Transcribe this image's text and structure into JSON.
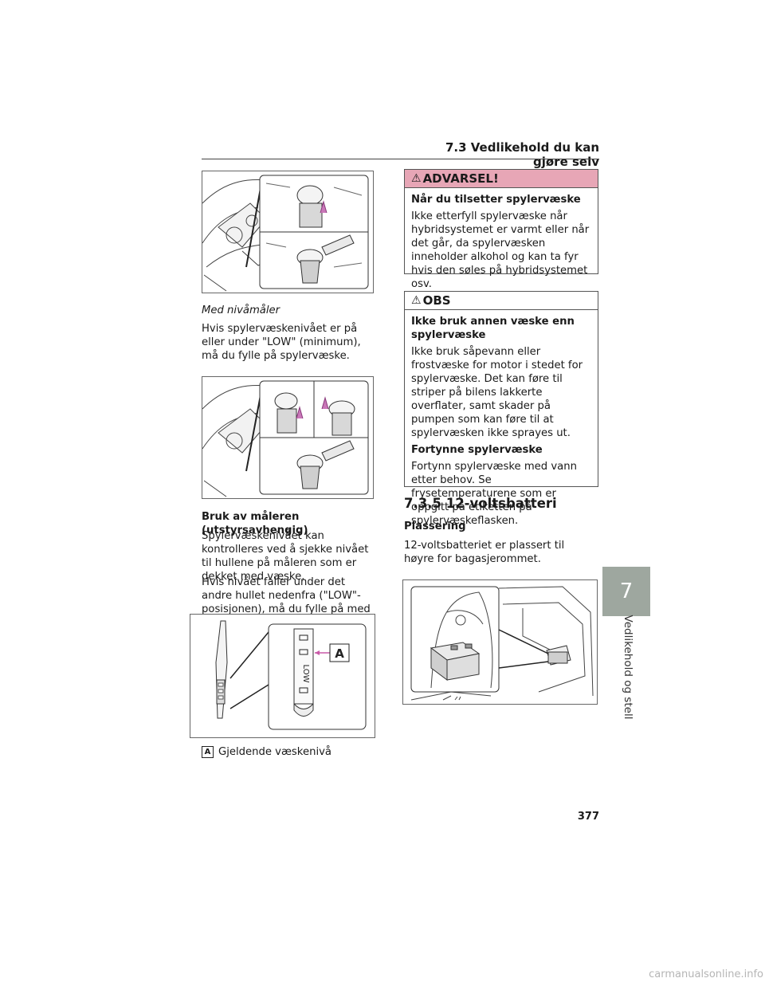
{
  "header": {
    "title": "7.3 Vedlikehold du kan gjøre selv"
  },
  "left": {
    "caption_nivamaler": "Med nivåmåler",
    "para_nivamaler": "Hvis spylervæskenivået er på eller under \"LOW\" (minimum), må du fylle på spylervæske.",
    "subhead_maler": "Bruk av måleren (utstyrsavhengig)",
    "para_maler_1": "Spylervæskenivået kan kontrolleres ved å sjekke nivået til hullene på måleren som er dekket med væske.",
    "para_maler_2": "Hvis nivået faller under det andre hullet nedenfra (\"LOW\"-posisjonen), må du fylle på med spylervæske.",
    "dipstick_low_label": "LOW",
    "dipstick_marker": "A",
    "legend_key": "A",
    "legend_text": "Gjeldende væskenivå"
  },
  "warning": {
    "title": "ADVARSEL!",
    "subhead": "Når du tilsetter spylervæske",
    "text": "Ikke etterfyll spylervæske når hybridsystemet er varmt eller når det går, da spylervæsken inneholder alkohol og kan ta fyr hvis den søles på hybridsystemet osv."
  },
  "notice": {
    "title": "OBS",
    "subhead_1": "Ikke bruk annen væske enn spylervæske",
    "text_1": "Ikke bruk såpevann eller frostvæske for motor i stedet for spylervæske. Det kan føre til striper på bilens lakkerte overflater, samt skader på pumpen som kan føre til at spylervæsken ikke sprayes ut.",
    "subhead_2": "Fortynne spylervæske",
    "text_2": "Fortynn spylervæske med vann etter behov. Se frysetemperaturene som er oppgitt på etiketten på spylervæskeflasken."
  },
  "section": {
    "title": "7.3.5 12-voltsbatteri",
    "subhead": "Plassering",
    "text": "12-voltsbatteriet er plassert til høyre for bagasjerommet."
  },
  "sidebar": {
    "tab_number": "7",
    "label": "Vedlikehold og stell"
  },
  "footer": {
    "page_number": "377",
    "watermark": "carmanualsonline.info"
  },
  "colors": {
    "warning_bar": "#e7a6b6",
    "side_tab": "#9ea79f"
  }
}
